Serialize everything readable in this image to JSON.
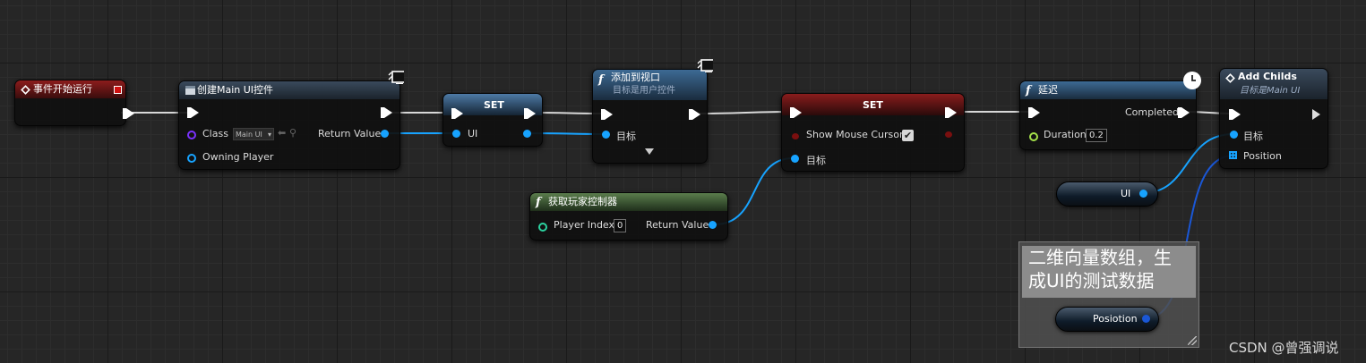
{
  "nodes": {
    "event_begin": {
      "title": "事件开始运行"
    },
    "create_widget": {
      "title": "创建Main UI控件",
      "class_label": "Class",
      "class_value": "Main UI",
      "return_label": "Return Value",
      "owning_label": "Owning Player"
    },
    "set_ui": {
      "title": "SET",
      "var_label": "UI"
    },
    "add_to_viewport": {
      "title": "添加到视口",
      "subtitle": "目标是用户控件",
      "target_label": "目标"
    },
    "get_player_controller": {
      "title": "获取玩家控制器",
      "index_label": "Player Index",
      "index_value": "0",
      "return_label": "Return Value"
    },
    "set_mouse": {
      "title": "SET",
      "show_label": "Show Mouse Cursor",
      "target_label": "目标"
    },
    "delay": {
      "title": "延迟",
      "completed_label": "Completed",
      "duration_label": "Duration",
      "duration_value": "0.2"
    },
    "add_childs": {
      "title": "Add Childs",
      "subtitle": "目标是Main UI",
      "target_label": "目标",
      "position_label": "Position"
    },
    "ui_var": {
      "label": "UI"
    },
    "position_var": {
      "label": "Posiotion"
    }
  },
  "comment": {
    "line1": "二维向量数组，生",
    "line2": "成UI的测试数据"
  },
  "watermark": "CSDN @曾强调说",
  "colors": {
    "exec": "#ffffff",
    "object": "#17a3ff",
    "bool": "#7a0f0f",
    "int": "#2cd3a0",
    "float": "#a4e14a",
    "class": "#7b32ff"
  }
}
